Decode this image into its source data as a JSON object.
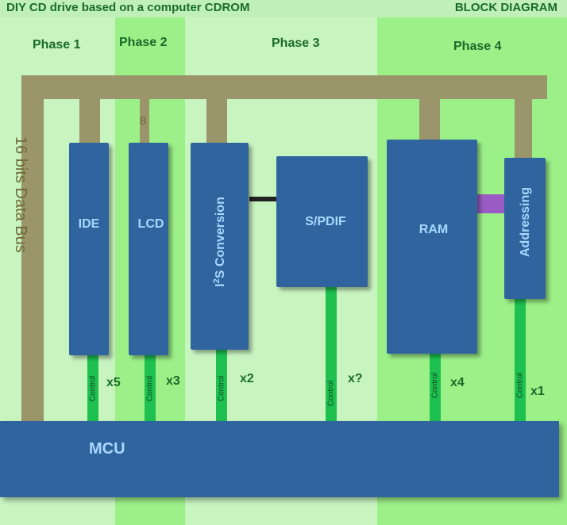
{
  "header": {
    "title": "DIY CD drive based on a computer CDROM",
    "diagram_label": "BLOCK DIAGRAM"
  },
  "phases": [
    {
      "label": "Phase 1",
      "color": "#c8f4c0"
    },
    {
      "label": "Phase 2",
      "color": "#9cf088"
    },
    {
      "label": "Phase 3",
      "color": "#c8f4c0"
    },
    {
      "label": "Phase 4",
      "color": "#9cf088"
    }
  ],
  "bus": {
    "label": "16 bits Data Bus",
    "lcd_width_label": "8",
    "color": "#9a956a"
  },
  "blocks": {
    "ide": "IDE",
    "lcd": "LCD",
    "i2s_main": "I",
    "i2s_sup": "2",
    "i2s_rest": "S Conversion",
    "spdif": "S/PDIF",
    "ram": "RAM",
    "addressing": "Addressing",
    "mcu": "MCU",
    "block_color": "#2f649e"
  },
  "controls": {
    "label": "Control",
    "color": "#1ec050",
    "multipliers": {
      "ide": "x5",
      "lcd": "x3",
      "i2s": "x2",
      "spdif": "x?",
      "ram": "x4",
      "addressing": "x1"
    }
  }
}
